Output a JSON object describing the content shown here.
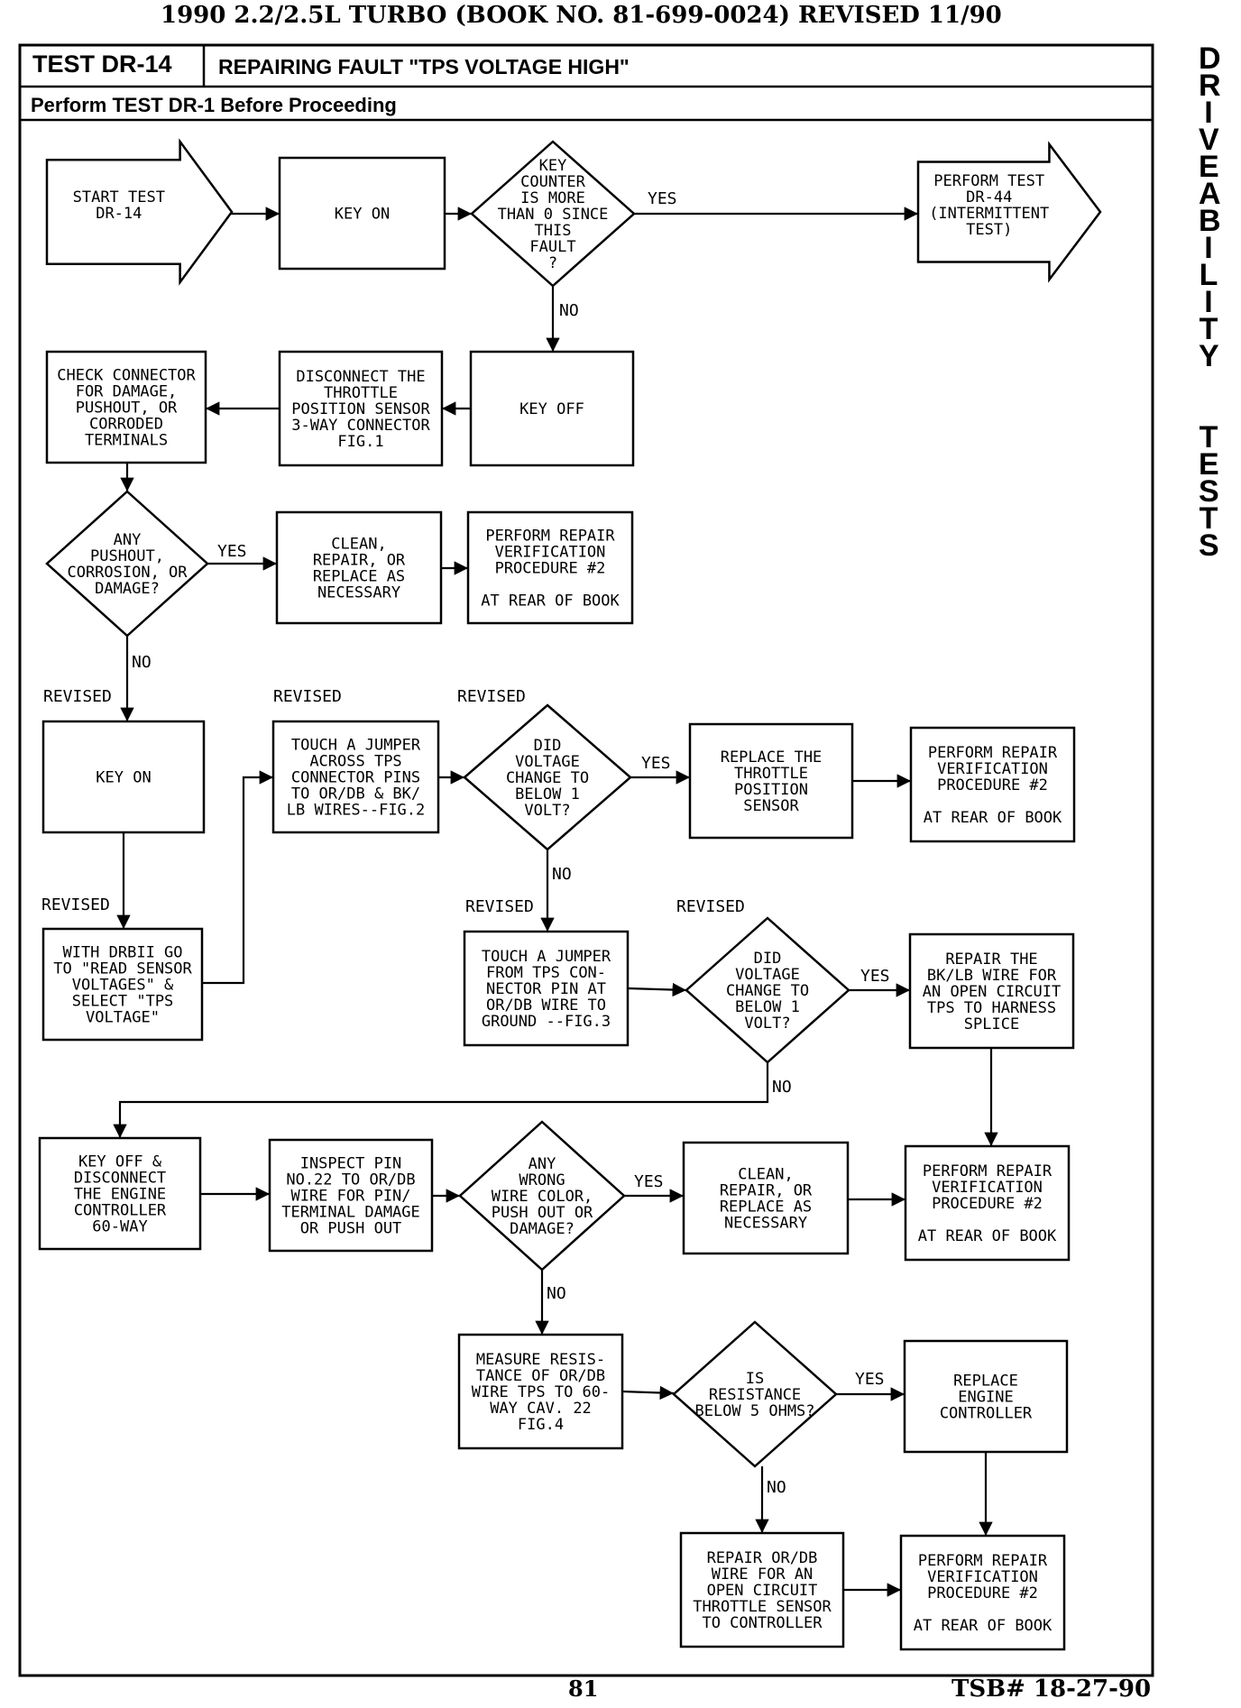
{
  "page_header": "1990 2.2/2.5L TURBO (BOOK NO. 81-699-0024) REVISED 11/90",
  "test_id": "TEST DR-14",
  "test_title": "REPAIRING FAULT \"TPS VOLTAGE HIGH\"",
  "prerequisite": "Perform TEST DR-1 Before Proceeding",
  "side_tab_1": "DRIVEABILITY",
  "side_tab_2": "TESTS",
  "page_number": "81",
  "tsb_number": "TSB# 18-27-90",
  "nodes": {
    "start": [
      "START TEST",
      "DR-14"
    ],
    "key_on_1": [
      "KEY ON"
    ],
    "dec_counter": [
      "KEY",
      "COUNTER",
      "IS MORE",
      "THAN 0 SINCE",
      "THIS",
      "FAULT",
      "?"
    ],
    "perform_dr44": [
      "PERFORM TEST",
      "DR-44",
      "(INTERMITTENT",
      "TEST)"
    ],
    "key_off_1": [
      "KEY OFF"
    ],
    "disconnect_tps": [
      "DISCONNECT THE",
      "THROTTLE",
      "POSITION SENSOR",
      "3-WAY CONNECTOR",
      "FIG.1"
    ],
    "check_connector": [
      "CHECK CONNECTOR",
      "FOR DAMAGE,",
      "PUSHOUT, OR",
      "CORRODED",
      "TERMINALS"
    ],
    "dec_pushout": [
      "ANY",
      "PUSHOUT,",
      "CORROSION, OR",
      "DAMAGE?"
    ],
    "clean_1": [
      "CLEAN,",
      "REPAIR, OR",
      "REPLACE AS",
      "NECESSARY"
    ],
    "verify_1": [
      "PERFORM REPAIR",
      "VERIFICATION",
      "PROCEDURE #2",
      "",
      "AT REAR OF BOOK"
    ],
    "key_on_2": [
      "KEY ON"
    ],
    "drbii": [
      "WITH DRBII GO",
      "TO \"READ SENSOR",
      "VOLTAGES\" &",
      "SELECT \"TPS",
      "VOLTAGE\""
    ],
    "jumper_1": [
      "TOUCH A JUMPER",
      "ACROSS TPS",
      "CONNECTOR PINS",
      "TO OR/DB & BK/",
      "LB WIRES--FIG.2"
    ],
    "dec_voltage_1": [
      "DID",
      "VOLTAGE",
      "CHANGE TO",
      "BELOW 1",
      "VOLT?"
    ],
    "replace_tps": [
      "REPLACE THE",
      "THROTTLE",
      "POSITION",
      "SENSOR"
    ],
    "verify_2": [
      "PERFORM REPAIR",
      "VERIFICATION",
      "PROCEDURE #2",
      "",
      "AT REAR OF BOOK"
    ],
    "jumper_2": [
      "TOUCH A JUMPER",
      "FROM TPS CON-",
      "NECTOR PIN AT",
      "OR/DB WIRE TO",
      "GROUND --FIG.3"
    ],
    "dec_voltage_2": [
      "DID",
      "VOLTAGE",
      "CHANGE TO",
      "BELOW 1",
      "VOLT?"
    ],
    "repair_bklb": [
      "REPAIR THE",
      "BK/LB WIRE FOR",
      "AN OPEN CIRCUIT",
      "TPS TO HARNESS",
      "SPLICE"
    ],
    "key_off_2": [
      "KEY OFF &",
      "DISCONNECT",
      "THE ENGINE",
      "CONTROLLER",
      "60-WAY"
    ],
    "inspect_pin": [
      "INSPECT PIN",
      "NO.22 TO OR/DB",
      "WIRE FOR PIN/",
      "TERMINAL DAMAGE",
      "OR PUSH OUT"
    ],
    "dec_wire": [
      "ANY",
      "WRONG",
      "WIRE COLOR,",
      "PUSH OUT OR",
      "DAMAGE?"
    ],
    "clean_2": [
      "CLEAN,",
      "REPAIR, OR",
      "REPLACE AS",
      "NECESSARY"
    ],
    "verify_3": [
      "PERFORM REPAIR",
      "VERIFICATION",
      "PROCEDURE #2",
      "",
      "AT REAR OF BOOK"
    ],
    "measure": [
      "MEASURE RESIS-",
      "TANCE OF OR/DB",
      "WIRE TPS TO 60-",
      "WAY CAV. 22",
      "FIG.4"
    ],
    "dec_resistance": [
      "IS",
      "RESISTANCE",
      "BELOW 5 OHMS?"
    ],
    "replace_controller": [
      "REPLACE",
      "ENGINE",
      "CONTROLLER"
    ],
    "repair_ordb": [
      "REPAIR OR/DB",
      "WIRE FOR AN",
      "OPEN CIRCUIT",
      "THROTTLE SENSOR",
      "TO CONTROLLER"
    ],
    "verify_4": [
      "PERFORM REPAIR",
      "VERIFICATION",
      "PROCEDURE #2",
      "",
      "AT REAR OF BOOK"
    ]
  },
  "branch_labels": {
    "yes": "YES",
    "no": "NO",
    "revised": "REVISED"
  }
}
